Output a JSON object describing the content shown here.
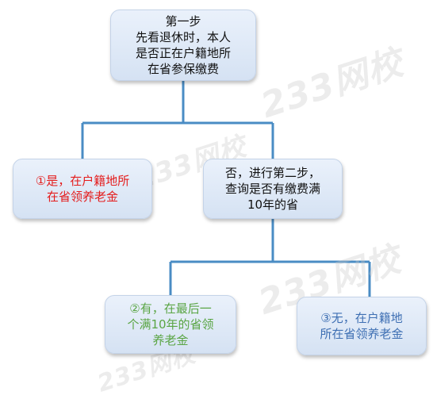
{
  "colors": {
    "connector": "#4a8cc4",
    "node_fill": "#dde8f6",
    "red_text": "#e41c1c",
    "green_text": "#5aa544",
    "blue_text": "#3e6fb3"
  },
  "watermarks": [
    "233网校",
    "233网校",
    "233网校",
    "233网校"
  ],
  "nodes": {
    "step1": {
      "lines": [
        "第一步",
        "先看退休时，本人",
        "是否正在户籍地所",
        "在省参保缴费"
      ]
    },
    "yes": {
      "lines": [
        "①是，在户籍地所",
        "在省领养老金"
      ]
    },
    "no": {
      "lines": [
        "否，进行第二步，",
        "查询是否有缴费满",
        "10年的省"
      ]
    },
    "case2": {
      "lines": [
        "②有，在最后一",
        "个满10年的省领",
        "养老金"
      ]
    },
    "case3": {
      "lines": [
        "③无，在户籍地",
        "所在省领养老金"
      ]
    }
  }
}
